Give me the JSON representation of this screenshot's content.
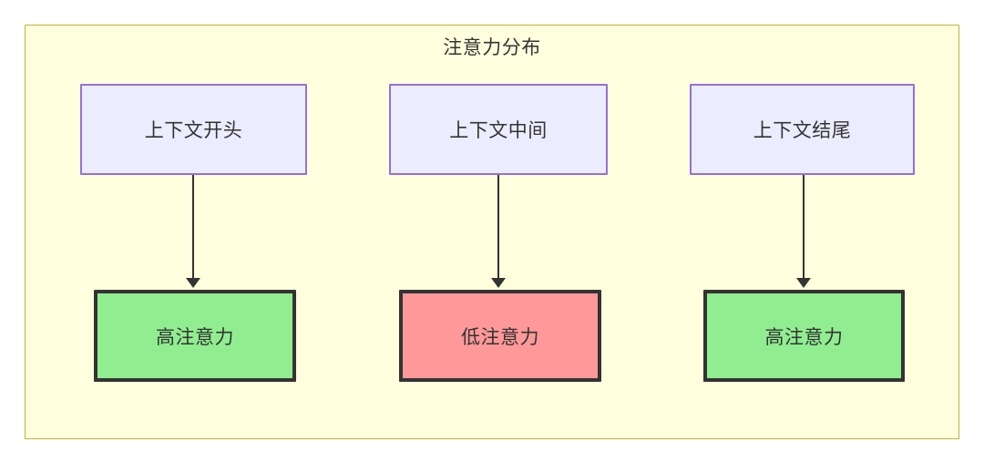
{
  "diagram": {
    "title": "注意力分布",
    "background": "#ffffff",
    "cluster": {
      "fill": "#ffffde",
      "stroke": "#bdb434"
    },
    "node_styles": {
      "context": {
        "fill": "#ececff",
        "stroke": "#9370db",
        "text": "#333333"
      },
      "high_attention": {
        "fill": "#90ee90",
        "stroke": "#333333",
        "text": "#333333"
      },
      "low_attention": {
        "fill": "#f99",
        "stroke": "#333333",
        "text": "#333333"
      }
    },
    "columns": [
      {
        "id": "start",
        "source_label": "上下文开头",
        "target_label": "高注意力",
        "target_state": "high"
      },
      {
        "id": "middle",
        "source_label": "上下文中间",
        "target_label": "低注意力",
        "target_state": "low"
      },
      {
        "id": "end",
        "source_label": "上下文结尾",
        "target_label": "高注意力",
        "target_state": "high"
      }
    ],
    "edges": [
      {
        "from": "上下文开头",
        "to": "高注意力",
        "arrow": "down-arrow"
      },
      {
        "from": "上下文中间",
        "to": "低注意力",
        "arrow": "down-arrow"
      },
      {
        "from": "上下文结尾",
        "to": "高注意力",
        "arrow": "down-arrow"
      }
    ]
  }
}
